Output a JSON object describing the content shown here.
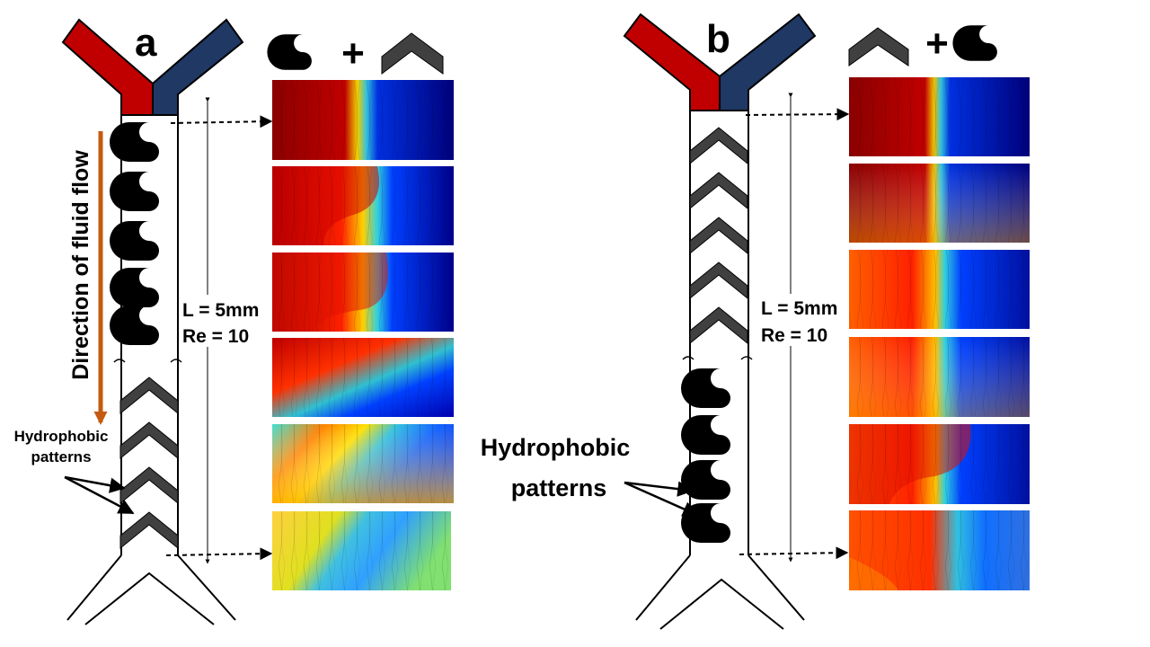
{
  "panels": {
    "a": {
      "label": "a",
      "legend_plus": "+",
      "length_label": "L = 5mm",
      "reynolds_label": "Re = 10",
      "flow_label": "Direction of fluid flow",
      "patterns_label_line1": "Hydrophobic",
      "patterns_label_line2": "patterns",
      "upper_pattern": "s-curve-icon",
      "lower_pattern": "chevron-icon"
    },
    "b": {
      "label": "b",
      "legend_plus": "+",
      "length_label": "L = 5mm",
      "reynolds_label": "Re = 10",
      "patterns_label_line1": "Hydrophobic",
      "patterns_label_line2": "patterns",
      "upper_pattern": "chevron-icon",
      "lower_pattern": "s-curve-icon"
    }
  },
  "colors": {
    "inlet_left": "#c00000",
    "inlet_right": "#1f3864",
    "flow_arrow": "#c55a11",
    "pattern": "#000000",
    "chevron": "#404040"
  }
}
